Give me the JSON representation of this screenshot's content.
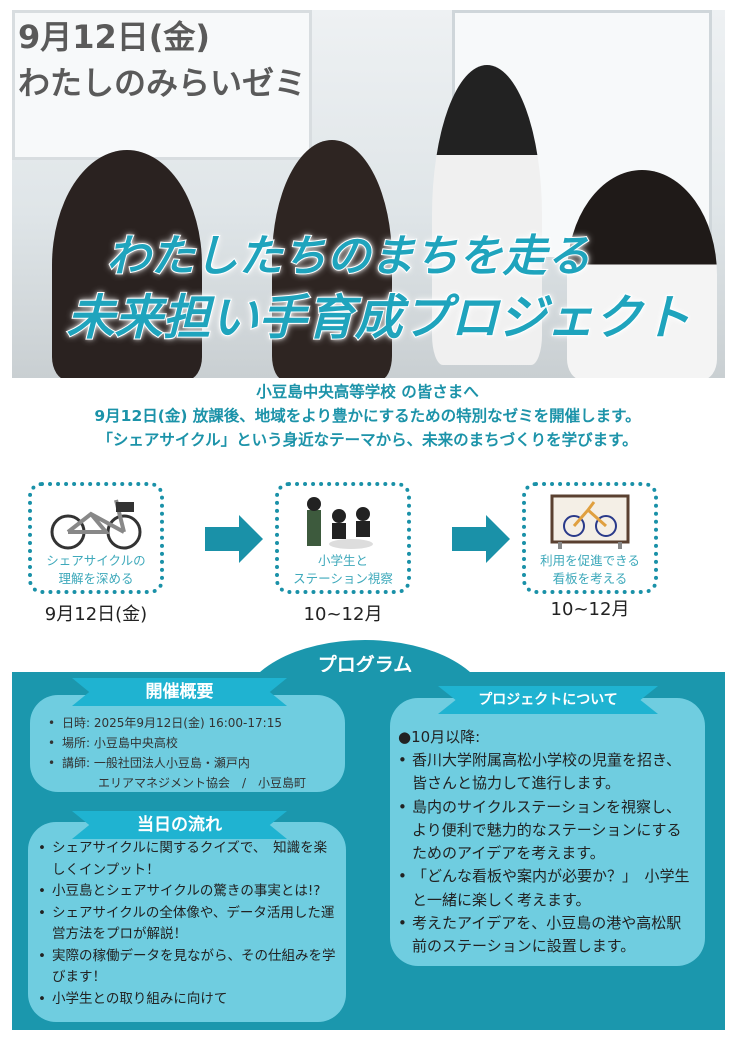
{
  "hero": {
    "date": "9月12日(金)",
    "seminar": "わたしのみらいゼミ",
    "headline_line1": "わたしたちのまちを走る",
    "headline_line2": "未来担い手育成プロジェクト"
  },
  "intro": {
    "line1": "小豆島中央高等学校 の皆さまへ",
    "line2": "9月12日(金) 放課後、地域をより豊かにするための特別なゼミを開催します。",
    "line3": "「シェアサイクル」という身近なテーマから、未来のまちづくりを学びます。"
  },
  "steps": [
    {
      "caption1": "シェアサイクルの",
      "caption2": "理解を深める",
      "date": "9月12日(金)",
      "icon": "bicycle-icon"
    },
    {
      "caption1": "小学生と",
      "caption2": "ステーション視察",
      "date": "10~12月",
      "icon": "people-meeting-icon"
    },
    {
      "caption1": "利用を促進できる",
      "caption2": "看板を考える",
      "date": "10~12月",
      "icon": "signboard-icon"
    }
  ],
  "colors": {
    "teal": "#1b97ad",
    "panel": "#6fcde0",
    "ribbon": "#1fb3d1"
  },
  "program": {
    "title": "プログラム",
    "overview": {
      "title": "開催概要",
      "items": [
        "日時: 2025年9月12日(金) 16:00-17:15",
        "場所: 小豆島中央高校",
        "講師: 一般社団法人小豆島・瀬戸内"
      ],
      "cont": "エリアマネジメント協会　/　小豆島町"
    },
    "flow": {
      "title": "当日の流れ",
      "items": [
        "シェアサイクルに関するクイズで、　知識を楽しくインプット！",
        "小豆島とシェアサイクルの驚きの事実とは!?",
        "シェアサイクルの全体像や、データ活用した運営方法をプロが解説！",
        "実際の稼働データを見ながら、その仕組みを学びます！",
        "小学生との取り組みに向けて"
      ]
    },
    "project": {
      "title": "プロジェクトについて",
      "lead": "●10月以降:",
      "items": [
        "香川大学附属高松小学校の児童を招き、皆さんと協力して進行します。",
        "島内のサイクルステーションを視察し、より便利で魅力的なステーションにするためのアイデアを考えます。",
        "「どんな看板や案内が必要か？」　小学生と一緒に楽しく考えます。",
        "考えたアイデアを、小豆島の港や高松駅前のステーションに設置します。"
      ]
    }
  }
}
